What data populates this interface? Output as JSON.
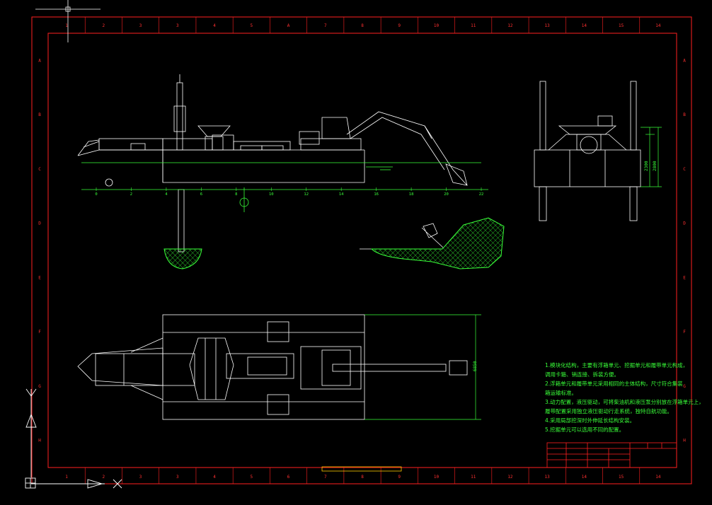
{
  "colors": {
    "background": "#000000",
    "border": "#ff2020",
    "drawing": "#ffffff",
    "dimension": "#39ff39",
    "hatch": "#39ff39",
    "ucs": "#ffffff"
  },
  "border_top_numbers": [
    "1",
    "2",
    "3",
    "3",
    "4",
    "5",
    "A",
    "7",
    "8",
    "9",
    "10",
    "11",
    "12",
    "13",
    "14",
    "15",
    "14"
  ],
  "border_bottom_numbers": [
    "1",
    "2",
    "3",
    "3",
    "4",
    "5",
    "6",
    "7",
    "8",
    "9",
    "10",
    "11",
    "12",
    "13",
    "14",
    "15",
    "14"
  ],
  "border_side_letters": [
    "A",
    "B",
    "C",
    "D",
    "E",
    "F",
    "G",
    "H"
  ],
  "hull_ruler_labels": [
    "0",
    "2",
    "4",
    "6",
    "8",
    "10",
    "12",
    "14",
    "16",
    "18",
    "20",
    "22"
  ],
  "notes": [
    "1.模块化结构，主要有浮箱单元、挖掘单元和履带单元构成，",
    "调用卡箍、销连接、拆装方便。",
    "2.浮箱单元和履带单元采用相同的主体结构，尺寸符合集装",
    "箱运输标准。",
    "3.动力配置，液压驱动，可将柴油机和液压泵分别放在浮箱单元上，",
    "履带配置采用独立液压驱动行走系统，独特自航功能。",
    "4.采用局部挖深时外伸延长结构安装。",
    "5.挖掘单元可以选用不同的配置。"
  ],
  "dim_labels": {
    "plan_width": "6850",
    "end_height_1": "2300",
    "end_height_2": "2800"
  }
}
